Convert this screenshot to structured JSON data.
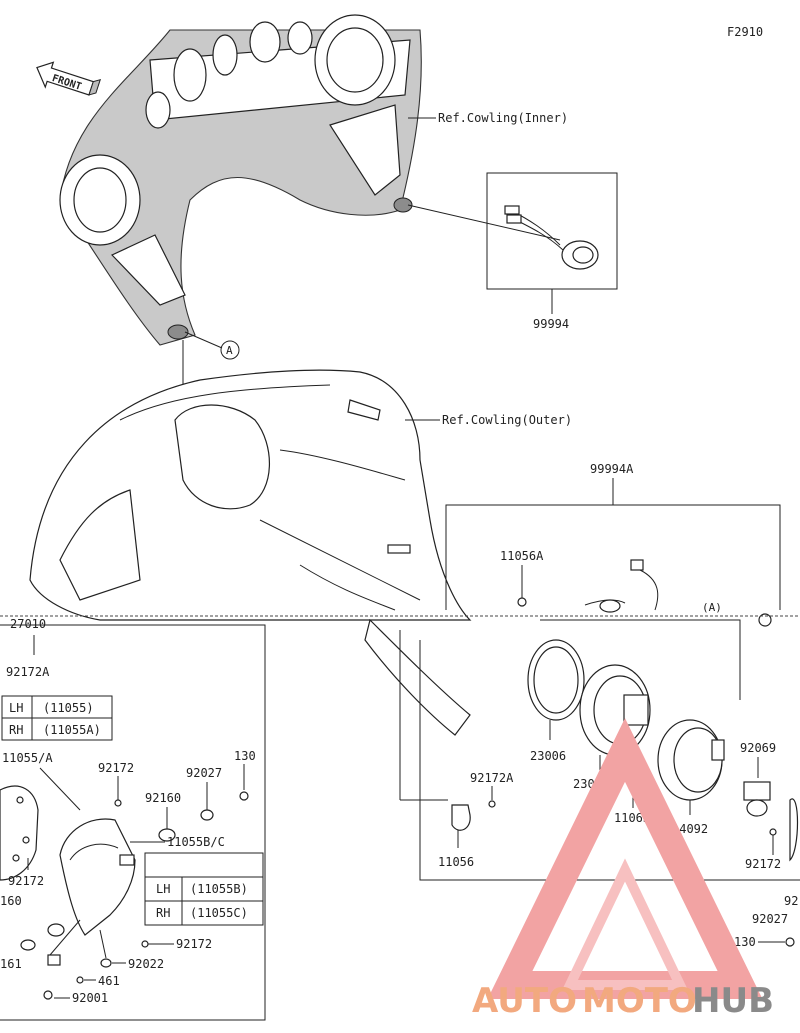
{
  "figure_code": "F2910",
  "front_label": "FRONT",
  "refs": {
    "cowling_inner": "Ref.Cowling(Inner)",
    "cowling_outer": "Ref.Cowling(Outer)"
  },
  "callout_a": "A",
  "callout_a_paren": "(A)",
  "parts": {
    "p99994": "99994",
    "p99994a": "99994A",
    "p11056a": "11056A",
    "p27010": "27010",
    "p92172a_left": "92172A",
    "p92172a_mid": "92172A",
    "p11055_a": "11055/A",
    "p92172_1": "92172",
    "p92172_2": "92172",
    "p92172_3": "92172",
    "p92172_4": "92172",
    "p130_top": "130",
    "p130_bot": "130",
    "p92027_1": "92027",
    "p92027_2": "92027",
    "p92160_1": "92160",
    "p92160_2": "160",
    "p11055bc": "11055B/C",
    "p92022": "92022",
    "p461_1": "461",
    "p461_2": "161",
    "p92001": "92001",
    "p23006": "23006",
    "p23007": "23007",
    "p11065": "11065",
    "p14092": "14092",
    "p92069": "92069",
    "p11056": "11056",
    "p92_edge": "92"
  },
  "tables": {
    "t11055": [
      {
        "side": "LH",
        "code": "(11055)"
      },
      {
        "side": "RH",
        "code": "(11055A)"
      }
    ],
    "t11055bc": [
      {
        "side": "LH",
        "code": "(11055B)"
      },
      {
        "side": "RH",
        "code": "(11055C)"
      }
    ]
  },
  "watermark": {
    "auto": "AUTO",
    "moto": "MOTO",
    "hub": "HUB",
    "color_primary": "#f2a97f",
    "color_secondary": "#8a8a8a"
  }
}
